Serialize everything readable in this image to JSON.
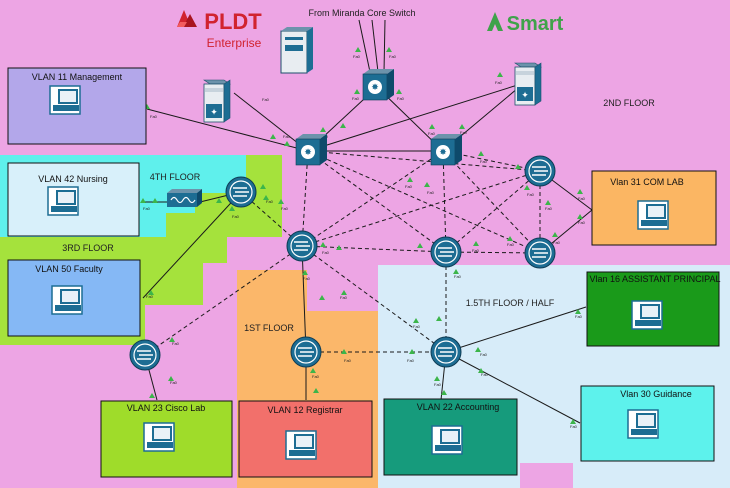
{
  "brands": {
    "pldt_name": "PLDT",
    "pldt_sub": "Enterprise",
    "smart_name": "Smart",
    "pldt_color": "#d1232f",
    "smart_color": "#3fa24a"
  },
  "annotations": {
    "core_switch": "From Miranda Core Switch",
    "floor_2": "2ND FLOOR",
    "floor_4": "4TH FLOOR",
    "floor_3": "3RD FLOOR",
    "floor_1": "1ST FLOOR",
    "floor_15": "1.5TH FLOOR / HALF"
  },
  "port_label": "Fa0",
  "vlans": [
    {
      "id": "vlan11",
      "label": "VLAN 11 Management",
      "color": "#b3a7ea"
    },
    {
      "id": "vlan42",
      "label": "VLAN 42 Nursing",
      "color": "#d8f0fa"
    },
    {
      "id": "vlan50",
      "label": "VLAN 50 Faculty",
      "color": "#85b8f5"
    },
    {
      "id": "vlan23",
      "label": "VLAN 23 Cisco Lab",
      "color": "#9fdc2a"
    },
    {
      "id": "vlan12",
      "label": "VLAN 12 Registrar",
      "color": "#f2706b"
    },
    {
      "id": "vlan22",
      "label": "VLAN 22 Accounting",
      "color": "#169b7c"
    },
    {
      "id": "vlan31",
      "label": "Vlan 31 COM LAB",
      "color": "#fbb663"
    },
    {
      "id": "vlan16",
      "label": "Vlan 16 ASSISTANT PRINCIPAL",
      "color": "#1a9a1a"
    },
    {
      "id": "vlan30",
      "label": "Vlan 30 Guidance",
      "color": "#5df2ec"
    }
  ],
  "colors": {
    "floor2": "#eda5e4",
    "floor4": "#5ff0ec",
    "floor3": "#a5e23c",
    "floor1": "#fbb76a",
    "floor15": "#d7ecf9",
    "device_blue": "#1d6d93"
  }
}
